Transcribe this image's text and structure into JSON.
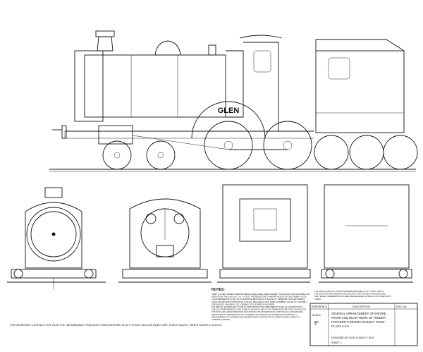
{
  "drawing": {
    "nameplate": "GLEN",
    "notes_heading": "NOTES:",
    "notes_left": [
      "'GLEN' IS A VERY MODEST DRAWING BEING A WELL-MADE, DEEP-FRAMED TYPE ATTRACTIVE FOR MODELLING",
      "IN ADOPTING THE SCALE OF 1 IN. = 1 FOOT, THE REDUCTION OF WEIGHT RESULTS IN THE ORDER OF 1/12,",
      "THIS INTERMEDIATE CLASS OF LOCOMOTIVE, BECAUSE OF THE QUALITY DIAMETER COUPLED WHEELS,",
      "GOOD AIR AND SPAN COMBUSTION, IS MUCH, AND WHEN A NEW, SOME CHAMBERS, ALLIED TO A SUITABLY",
      "SIZED BOILER, ENSURE A LOCO CAPABLE OF SUSTAINED HIGH SPEED.",
      "THE DESIGN HAS BEEN SET TO MATCH FROM PROTOTYPE IN BETWEEN BY EASE OF CONSTRUCTION",
      "AND SUCH PERFORMANCE THAN SOME VALUES ATTACHED OF SET FRAME AND SPROCKET AGAINST THE",
      "PISTON VALVES, AND STEPHENSON LINK MOTION WITH MODERN DETAIL FOR THE FULL SIZE ENGINES.",
      "NEVERTHELESS THE BEARINGS WILL POSSESS THE SAME ROLLED FRAME AND IS ESPECIALLY",
      "RECOMMENDED TO BUILDERS WHO PREFER THEIR LOCOMOTIVES TO APPROXIMATE CLOSELY TO",
      "EXTERNAL CONTENT."
    ],
    "notes_right": [
      "THE GLEN CLASS OF LOCOMOTIVES WERE DESIGNED BY W. P. REID, ONE OF",
      "THE NORTH BRITISH RAILWAYS PARTICULARLY FOR THE WEST HIGHLAND LINE,",
      "THEY WERE A TREMENDOUS SUCCESS AND REMAINED IN TRAFFIC FOR OVER FORTY",
      "YEARS."
    ],
    "footer_note": "THE NECESSARY CASTINGS FOR 'GLEN' WILL BE AVAILABLE FROM DON YOUNG DESIGNS. ALSO FITTINGS SUCH AS INJECTORS, CHECK VALVES, WATER GAUGE & CLACKS.",
    "title_block": {
      "col_reference": "REFERENCE",
      "col_description": "DESCRIPTION",
      "col_scale": "SCALE",
      "col_drg": "DRG. No.",
      "scale_value": "5\"",
      "description_lines": [
        "GENERAL ARRANGEMENT OF ENGINE,",
        "FRONT AND REAR VIEWS OF TENDER",
        "FOR NORTH BRITISH RAILWAY 'GLEN'",
        "CLASS 4-4-0"
      ],
      "designer": "DESIGNED BY DON YOUNG © 1976",
      "sheet": "SHEET 1"
    }
  }
}
